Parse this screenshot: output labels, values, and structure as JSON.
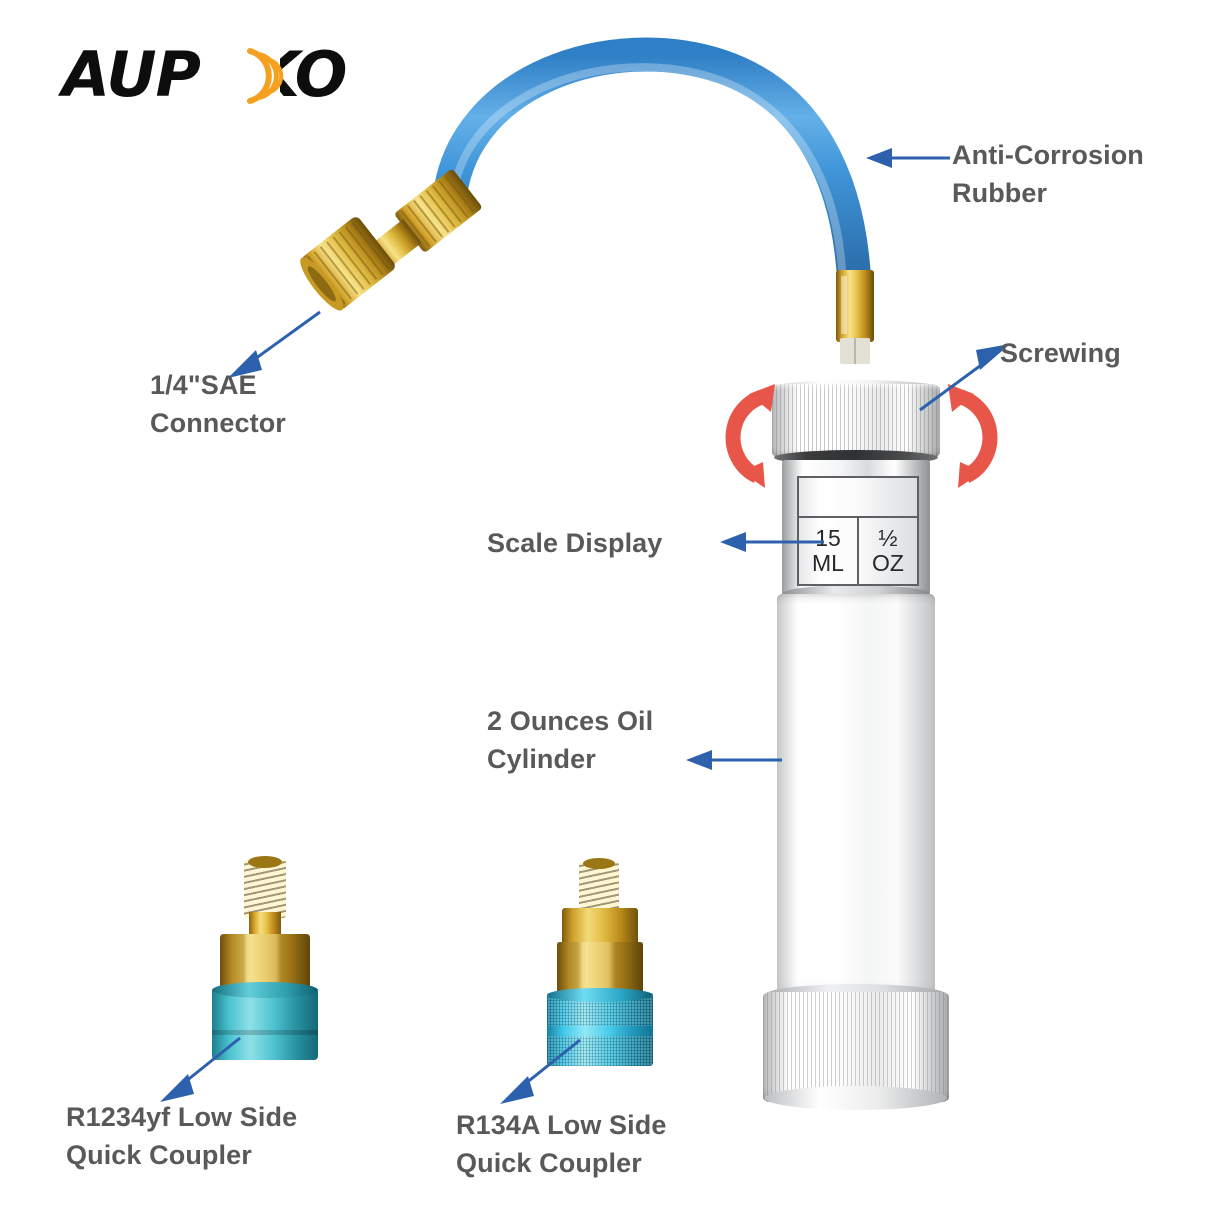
{
  "brand": {
    "name": "AUPOKO",
    "text_before": "AUP",
    "text_after": "KO",
    "logo_color": "#0d0d0d",
    "accent_color": "#f5a01e"
  },
  "colors": {
    "label_text": "#595959",
    "arrow_blue": "#2d61ae",
    "rotation_red": "#e8564a",
    "hose_blue": "#3f95d8",
    "brass": "#e2bb45",
    "teal": "#49c2cf",
    "cyan": "#3fc6e4",
    "cylinder_white": "#f4f5f6",
    "background": "#ffffff"
  },
  "callouts": [
    {
      "id": "anti-corrosion-rubber",
      "line1": "Anti-Corrosion",
      "line2": "Rubber",
      "text": "Anti-Corrosion\nRubber"
    },
    {
      "id": "sae-connector",
      "line1": "1/4\"SAE",
      "line2": "Connector",
      "text": "1/4\"SAE\nConnector"
    },
    {
      "id": "screwing",
      "line1": "Screwing",
      "line2": "",
      "text": "Screwing"
    },
    {
      "id": "scale-display",
      "line1": "Scale Display",
      "line2": "",
      "text": "Scale Display"
    },
    {
      "id": "oil-cylinder",
      "line1": "2 Ounces Oil",
      "line2": "Cylinder",
      "text": "2 Ounces Oil\nCylinder"
    },
    {
      "id": "r1234yf-coupler",
      "line1": "R1234yf Low Side",
      "line2": "Quick Coupler",
      "text": "R1234yf Low Side\nQuick Coupler"
    },
    {
      "id": "r134a-coupler",
      "line1": "R134A Low Side",
      "line2": "Quick Coupler",
      "text": "R134A Low Side\nQuick Coupler"
    }
  ],
  "scale_display": {
    "blank_row": "",
    "volume_value": "15",
    "volume_unit": "ML",
    "weight_value": "½",
    "weight_unit": "OZ"
  },
  "product": {
    "capacity": "2 Ounces",
    "hose_label": "Anti-Corrosion Rubber",
    "cap_action": "Screwing"
  }
}
